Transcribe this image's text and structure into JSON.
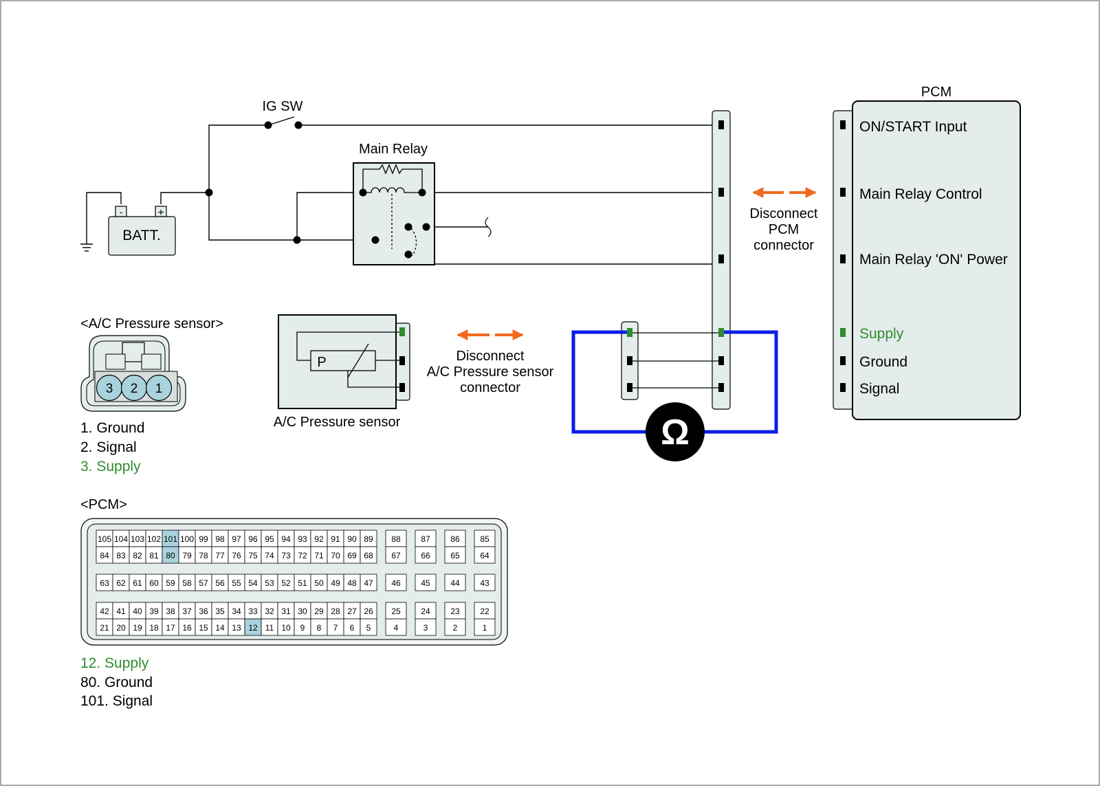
{
  "labels": {
    "ig_sw": "IG SW",
    "main_relay": "Main Relay",
    "batt": "BATT.",
    "batt_minus": "-",
    "batt_plus": "+",
    "pcm_title": "PCM",
    "disconnect_pcm": [
      "Disconnect",
      "PCM",
      "connector"
    ],
    "disconnect_sensor": [
      "Disconnect",
      "A/C Pressure sensor",
      "connector"
    ],
    "ac_sensor_caption": "A/C Pressure sensor",
    "ac_sensor_header": "<A/C Pressure sensor>",
    "pcm_header": "<PCM>",
    "p_label": "P",
    "ohm_symbol": "Ω"
  },
  "pcm_terminals": [
    {
      "label": "ON/START Input",
      "color": "#000000"
    },
    {
      "label": "Main Relay Control",
      "color": "#000000"
    },
    {
      "label": "Main Relay 'ON' Power",
      "color": "#000000"
    },
    {
      "label": "Supply",
      "color": "#2e8b2e"
    },
    {
      "label": "Ground",
      "color": "#000000"
    },
    {
      "label": "Signal",
      "color": "#000000"
    }
  ],
  "sensor_pins": [
    "3",
    "2",
    "1"
  ],
  "sensor_pin_legend": [
    {
      "text": "1. Ground",
      "color": "#000000"
    },
    {
      "text": "2. Signal",
      "color": "#000000"
    },
    {
      "text": "3. Supply",
      "color": "#2e8b2e"
    }
  ],
  "pcm_pin_legend": [
    {
      "text": "12. Supply",
      "color": "#2e8b2e"
    },
    {
      "text": "80. Ground",
      "color": "#000000"
    },
    {
      "text": "101. Signal",
      "color": "#000000"
    }
  ],
  "pcm_connector": {
    "main_rows": [
      [
        "105",
        "104",
        "103",
        "102",
        "101",
        "100",
        "99",
        "98",
        "97",
        "96",
        "95",
        "94",
        "93",
        "92",
        "91",
        "90",
        "89"
      ],
      [
        "84",
        "83",
        "82",
        "81",
        "80",
        "79",
        "78",
        "77",
        "76",
        "75",
        "74",
        "73",
        "72",
        "71",
        "70",
        "69",
        "68"
      ],
      [
        "63",
        "62",
        "61",
        "60",
        "59",
        "58",
        "57",
        "56",
        "55",
        "54",
        "53",
        "52",
        "51",
        "50",
        "49",
        "48",
        "47"
      ],
      [
        "42",
        "41",
        "40",
        "39",
        "38",
        "37",
        "36",
        "35",
        "34",
        "33",
        "32",
        "31",
        "30",
        "29",
        "28",
        "27",
        "26"
      ],
      [
        "21",
        "20",
        "19",
        "18",
        "17",
        "16",
        "15",
        "14",
        "13",
        "12",
        "11",
        "10",
        "9",
        "8",
        "7",
        "6",
        "5"
      ]
    ],
    "side_columns": [
      [
        "88",
        "67",
        "46",
        "25",
        "4"
      ],
      [
        "87",
        "66",
        "45",
        "24",
        "3"
      ],
      [
        "86",
        "65",
        "44",
        "23",
        "2"
      ],
      [
        "85",
        "64",
        "43",
        "22",
        "1"
      ]
    ],
    "highlighted": [
      "101",
      "80",
      "12"
    ]
  },
  "colors": {
    "accent_green": "#2e8b2e",
    "arrow_orange": "#f06a1e",
    "meter_blue": "#0a1ee6",
    "highlight_cell": "#a9d3dc",
    "connector_fill": "#e4ecec",
    "sensor_pin_fill": "#a9d3dc"
  }
}
